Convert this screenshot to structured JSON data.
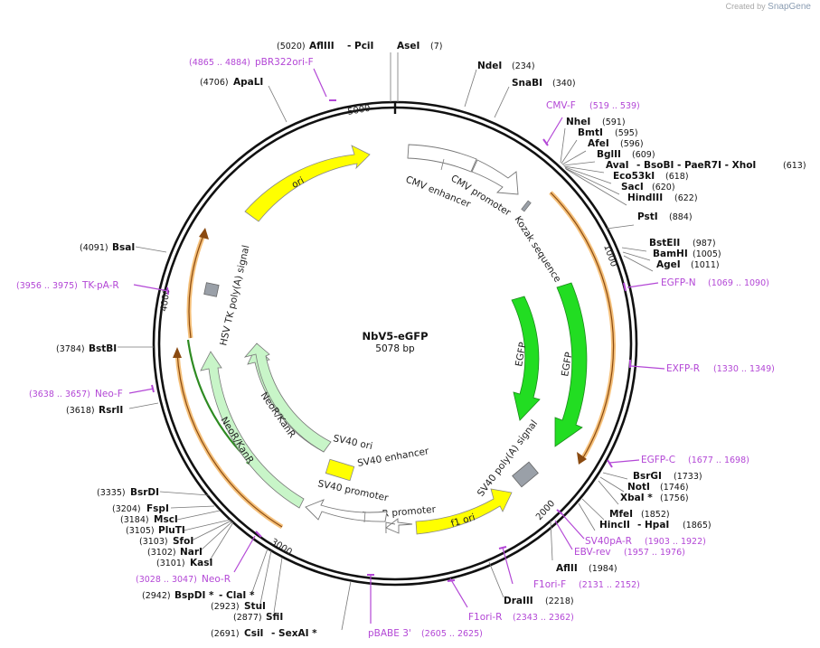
{
  "credit": {
    "prefix": "Created by",
    "brand": "SnapGene"
  },
  "plasmid": {
    "name": "NbV5-eGFP",
    "length_label": "5078 bp"
  },
  "ticks": [
    "1000",
    "2000",
    "3000",
    "4000",
    "5000"
  ],
  "features": {
    "cmv_enhancer": "CMV enhancer",
    "cmv_promoter": "CMV promoter",
    "kozak": "Kozak sequence",
    "egfp_a": "EGFP",
    "egfp_b": "EGFP",
    "sv40_polyA": "SV40 poly(A) signal",
    "f1_ori": "f1 ori",
    "ampr_promoter": "AmpR promoter",
    "sv40_promoter": "SV40 promoter",
    "sv40_enhancer": "SV40 enhancer",
    "sv40_ori": "SV40 ori",
    "neo_inner": "NeoR/KanR",
    "neo_outer": "NeoR/KanR",
    "hsv_tk": "HSV TK poly(A) signal",
    "ori": "ori"
  },
  "sites": [
    {
      "pos": "(5020)",
      "name": "AflIII",
      "extra": "- PciI"
    },
    {
      "name": "AseI",
      "pos": "(7)"
    },
    {
      "name": "NdeI",
      "pos": "(234)"
    },
    {
      "name": "SnaBI",
      "pos": "(340)"
    },
    {
      "name": "NheI",
      "pos": "(591)"
    },
    {
      "name": "BmtI",
      "pos": "(595)"
    },
    {
      "name": "AfeI",
      "pos": "(596)"
    },
    {
      "name": "BglII",
      "pos": "(609)"
    },
    {
      "name": "AvaI",
      "extra": "- BsoBI - PaeR7I - XhoI",
      "pos": "(613)"
    },
    {
      "name": "Eco53kI",
      "pos": "(618)"
    },
    {
      "name": "SacI",
      "pos": "(620)"
    },
    {
      "name": "HindIII",
      "pos": "(622)"
    },
    {
      "name": "PstI",
      "pos": "(884)"
    },
    {
      "name": "BstEII",
      "pos": "(987)"
    },
    {
      "name": "BamHI",
      "pos": "(1005)"
    },
    {
      "name": "AgeI",
      "pos": "(1011)"
    },
    {
      "name": "BsrGI",
      "pos": "(1733)"
    },
    {
      "name": "NotI",
      "pos": "(1746)"
    },
    {
      "name": "XbaI *",
      "pos": "(1756)"
    },
    {
      "name": "MfeI",
      "pos": "(1852)"
    },
    {
      "name": "HincII",
      "extra": "- HpaI",
      "pos": "(1865)"
    },
    {
      "name": "AflII",
      "pos": "(1984)"
    },
    {
      "name": "DraIII",
      "pos": "(2218)"
    },
    {
      "pos": "(4706)",
      "name": "ApaLI"
    },
    {
      "pos": "(4091)",
      "name": "BsaI"
    },
    {
      "pos": "(3784)",
      "name": "BstBI"
    },
    {
      "pos": "(3618)",
      "name": "RsrII"
    },
    {
      "pos": "(3335)",
      "name": "BsrDI"
    },
    {
      "pos": "(3204)",
      "name": "FspI"
    },
    {
      "pos": "(3184)",
      "name": "MscI"
    },
    {
      "pos": "(3105)",
      "name": "PluTI"
    },
    {
      "pos": "(3103)",
      "name": "SfoI"
    },
    {
      "pos": "(3102)",
      "name": "NarI"
    },
    {
      "pos": "(3101)",
      "name": "KasI"
    },
    {
      "pos": "(2942)",
      "name": "BspDI *",
      "extra": "- ClaI *"
    },
    {
      "pos": "(2923)",
      "name": "StuI"
    },
    {
      "pos": "(2877)",
      "name": "SfiI"
    },
    {
      "pos": "(2691)",
      "name": "CsiI",
      "extra": "- SexAI *"
    }
  ],
  "primers": [
    {
      "pos": "(4865 .. 4884)",
      "name": "pBR322ori-F"
    },
    {
      "name": "CMV-F",
      "pos": "(519 .. 539)"
    },
    {
      "name": "EGFP-N",
      "pos": "(1069 .. 1090)"
    },
    {
      "name": "EXFP-R",
      "pos": "(1330 .. 1349)"
    },
    {
      "name": "EGFP-C",
      "pos": "(1677 .. 1698)"
    },
    {
      "name": "SV40pA-R",
      "pos": "(1903 .. 1922)"
    },
    {
      "name": "EBV-rev",
      "pos": "(1957 .. 1976)"
    },
    {
      "name": "F1ori-F",
      "pos": "(2131 .. 2152)"
    },
    {
      "name": "F1ori-R",
      "pos": "(2343 .. 2362)"
    },
    {
      "name": "pBABE 3'",
      "pos": "(2605 .. 2625)"
    },
    {
      "pos": "(3956 .. 3975)",
      "name": "TK-pA-R"
    },
    {
      "pos": "(3638 .. 3657)",
      "name": "Neo-F"
    },
    {
      "pos": "(3028 .. 3047)",
      "name": "Neo-R"
    }
  ],
  "colors": {
    "primer": "#b347d6",
    "egfp": "#22dd22",
    "neo": "#c8f5c8",
    "yellow": "#ffff00",
    "orf": "#f0a030",
    "grey_box": "#9aa0a8"
  }
}
